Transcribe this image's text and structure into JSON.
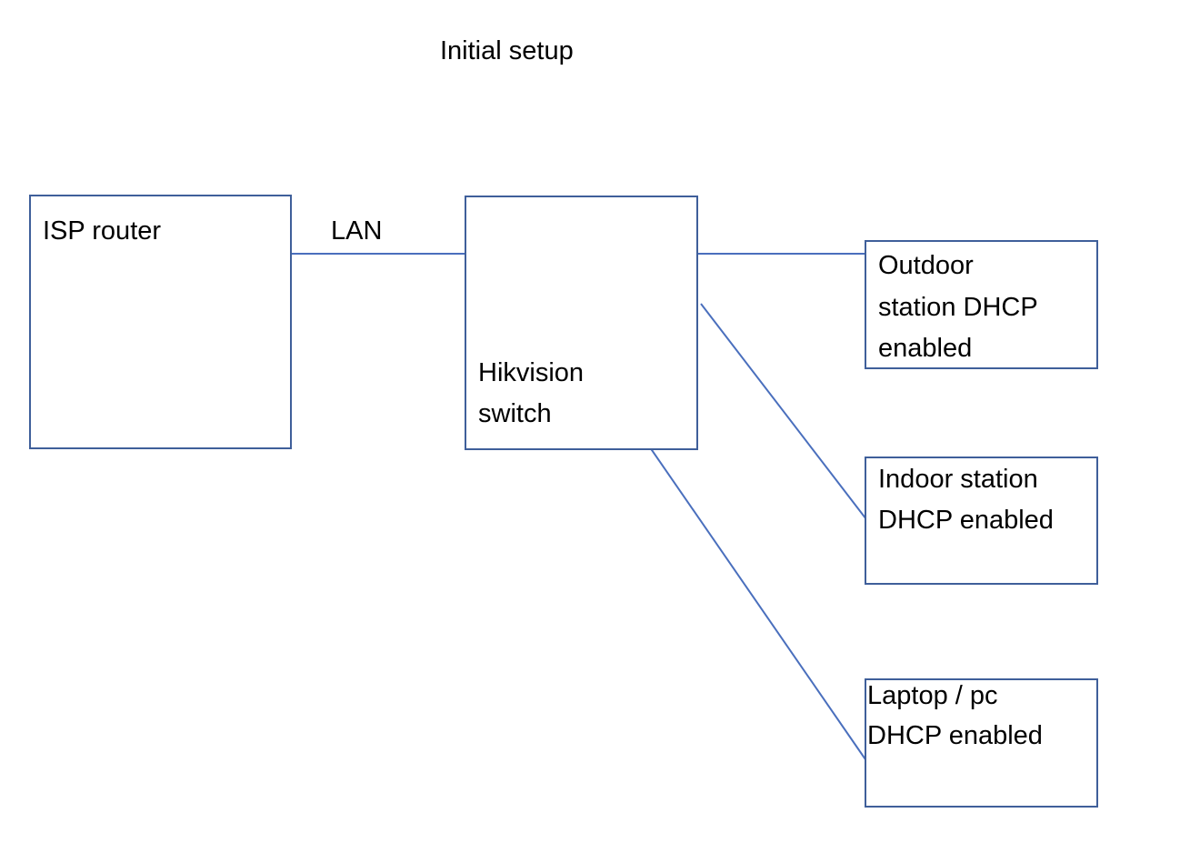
{
  "title": "Initial setup",
  "line_color": "#4a6fbd",
  "box_border_color": "#3f5f9a",
  "nodes": {
    "isp_router": {
      "lines": [
        "ISP router"
      ]
    },
    "switch": {
      "lines": [
        "Hikvision",
        "switch"
      ]
    },
    "outdoor": {
      "lines": [
        "Outdoor",
        "station DHCP",
        "enabled"
      ]
    },
    "indoor": {
      "lines": [
        "Indoor station",
        "DHCP enabled"
      ]
    },
    "laptop": {
      "lines": [
        "Laptop / pc",
        "DHCP enabled"
      ]
    }
  },
  "edges": [
    {
      "from": "isp_router",
      "to": "switch",
      "label": "LAN"
    },
    {
      "from": "switch",
      "to": "outdoor",
      "label": ""
    },
    {
      "from": "switch",
      "to": "indoor",
      "label": ""
    },
    {
      "from": "switch",
      "to": "laptop",
      "label": ""
    }
  ]
}
